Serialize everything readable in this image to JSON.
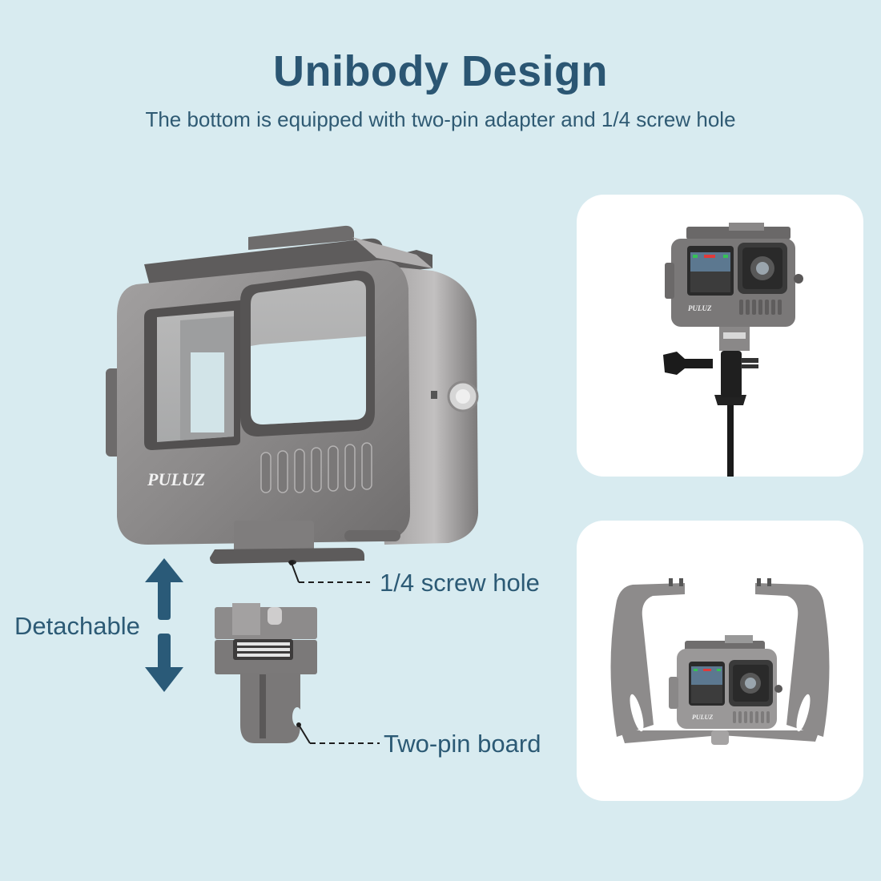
{
  "header": {
    "title": "Unibody Design",
    "subtitle": "The bottom is equipped with two-pin adapter and 1/4 screw hole"
  },
  "product": {
    "brand_logo": "PULUZ",
    "callouts": {
      "screw_hole": "1/4 screw hole",
      "two_pin": "Two-pin board",
      "detachable": "Detachable"
    }
  },
  "cards": [
    {
      "name": "selfie-stick-mount-photo",
      "brand_logo": "PULUZ"
    },
    {
      "name": "handheld-rig-photo",
      "brand_logo": "PULUZ"
    }
  ],
  "colors": {
    "background": "#d8ebf0",
    "heading": "#2b5673",
    "arrow": "#2a5a78",
    "card": "#ffffff",
    "metal": "#8f8d8d"
  }
}
